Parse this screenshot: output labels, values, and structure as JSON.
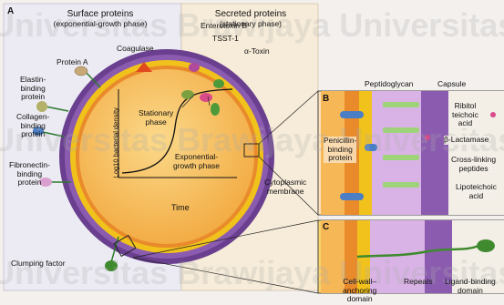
{
  "panels": {
    "a": "A",
    "b": "B",
    "c": "C"
  },
  "headers": {
    "surface_title": "Surface proteins",
    "surface_sub": "(exponential-growth phase)",
    "secreted_title": "Secreted proteins",
    "secreted_sub": "(stationary phase)"
  },
  "panel_a": {
    "coagulase": "Coagulase",
    "protein_a": "Protein A",
    "elastin": [
      "Elastin-",
      "binding",
      "protein"
    ],
    "collagen": [
      "Collagen-",
      "binding",
      "protein"
    ],
    "fibronectin": [
      "Fibronectin-",
      "binding",
      "protein"
    ],
    "clumping_factor": "Clumping factor",
    "enterotoxin": "Enterotoxin B",
    "tsst": "TSST-1",
    "alpha_toxin": "α-Toxin",
    "stationary_phase": [
      "Stationary",
      "phase"
    ],
    "exponential_phase": [
      "Exponential-",
      "growth phase"
    ],
    "y_axis": "Log10 bacterial density",
    "x_axis": "Time",
    "cytoplasmic": [
      "Cytoplasmic",
      "membrane"
    ]
  },
  "panel_b": {
    "peptidoglycan": "Peptidoglycan",
    "capsule": "Capsule",
    "ribitol": [
      "Ribitol",
      "teichoic",
      "acid"
    ],
    "pbp": [
      "Penicillin-",
      "binding",
      "protein"
    ],
    "beta_lactamase": "β-Lactamase",
    "cross_linking": [
      "Cross-linking",
      "peptides"
    ],
    "lipoteichoic": [
      "Lipoteichoic",
      "acid"
    ]
  },
  "panel_c": {
    "anchoring": [
      "Cell-wall–",
      "anchoring",
      "domain"
    ],
    "repeats": "Repeats",
    "ligand": [
      "Ligand-binding",
      "domain"
    ]
  },
  "watermark": "Universitas Brawijaya",
  "colors": {
    "surface_bg": "#ecebf3",
    "secreted_bg": "#f7ecd9",
    "capsule": "#7a4f9c",
    "wall_yellow": "#f1c21b",
    "membrane_orange": "#e98a2b",
    "cytoplasm": "#f6b756",
    "green_protein": "#4e9a3a",
    "coagulase": "#e04a1e"
  }
}
